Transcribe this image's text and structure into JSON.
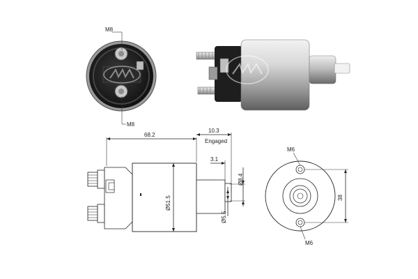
{
  "labels": {
    "end_view_top": "M8",
    "end_view_bottom": "M8",
    "length_overall": "68.2",
    "engaged_travel": "10.3",
    "engaged_text": "Engaged",
    "plunger_offset": "3.1",
    "plunger_dia": "Ø8.4",
    "body_dia": "Ø51.5",
    "shaft_dia": "Ø5.5",
    "mount_top": "M6",
    "mount_bottom": "M6",
    "mount_span": "38"
  },
  "colors": {
    "body_light": "#e6e6e6",
    "body_mid": "#b5b5b5",
    "body_dark": "#6e6e6e",
    "cap_black": "#1e1e1e",
    "line": "#222222"
  }
}
